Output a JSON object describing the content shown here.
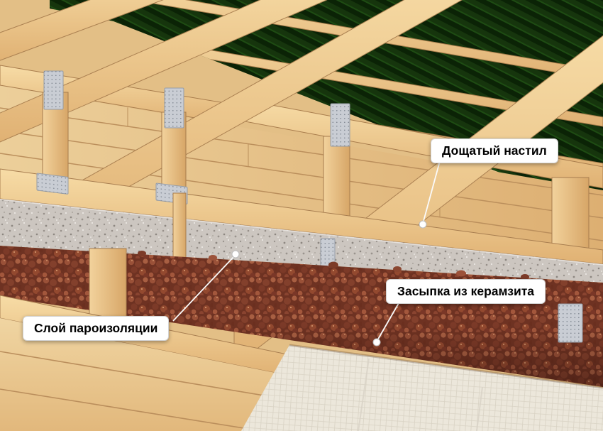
{
  "figure": {
    "type": "construction-diagram",
    "subject_labels_language": "ru"
  },
  "callouts": [
    {
      "id": "plank-flooring",
      "text": "Дощатый настил"
    },
    {
      "id": "keramzit-fill",
      "text": "Засыпка из керамзита"
    },
    {
      "id": "vapor-barrier",
      "text": "Слой пароизоляции"
    }
  ],
  "palette": {
    "roof_green": "#16350d",
    "roof_green_dark": "#0b2306",
    "wood_light": "#f7dca6",
    "wood_dark": "#e0b173",
    "floor_tan": "#e3bf86",
    "keramzit_brown": "#703524",
    "vapor_gray": "#ccc6c0",
    "fabric_cream": "#ece7db",
    "metal_gray": "#c9cdd4",
    "label_bg": "#ffffff",
    "label_text": "#000000"
  }
}
